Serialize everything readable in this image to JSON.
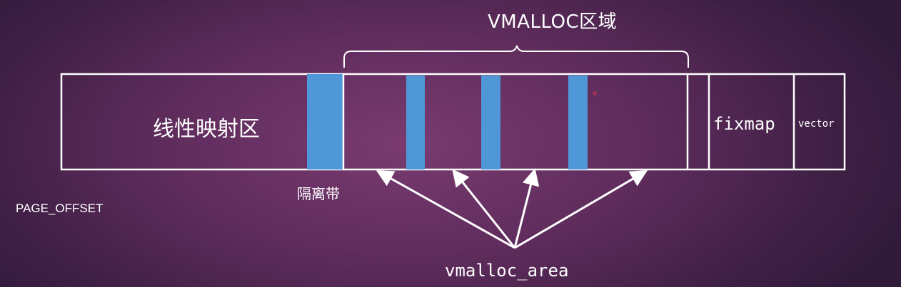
{
  "diagram": {
    "vmalloc_region_title": "VMALLOC区域",
    "linear_mapping_label": "线性映射区",
    "fixmap_label": "fixmap",
    "vector_label": "vector",
    "guard_gap_label": "隔离带",
    "page_offset_label": "PAGE_OFFSET",
    "vmalloc_area_label": "vmalloc_area",
    "colors": {
      "background": "#5e2c5c",
      "guard_block": "#4f97d6",
      "line": "#ffffff"
    }
  }
}
